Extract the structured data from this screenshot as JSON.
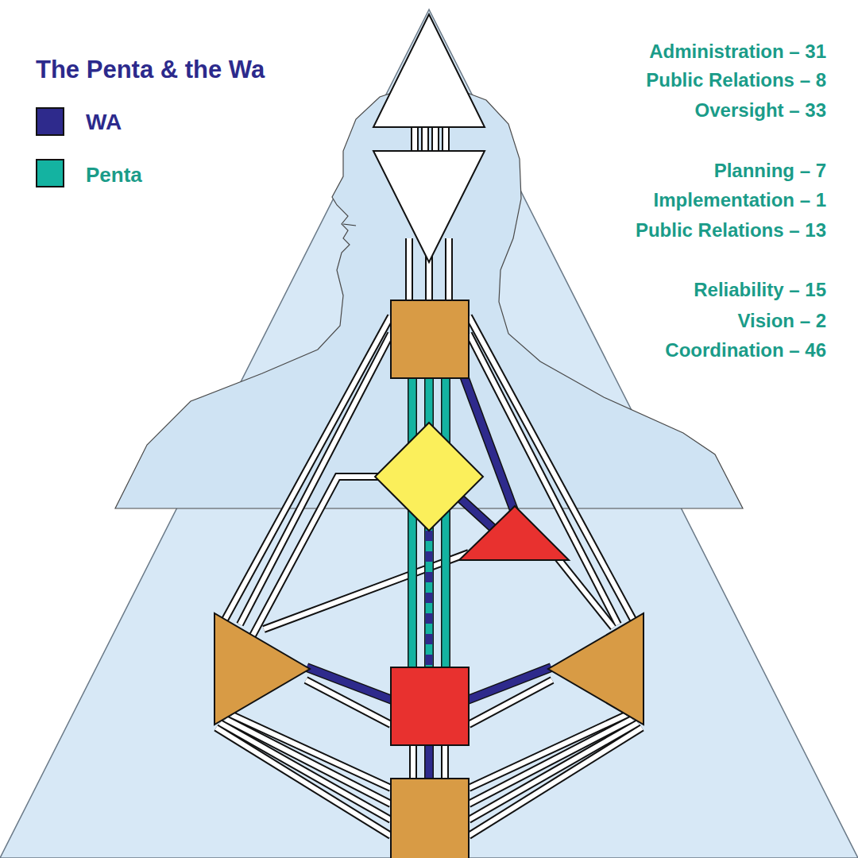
{
  "diagram": {
    "title": "The Penta & the Wa",
    "labels": [
      "Administration – 31",
      "Public Relations – 8",
      "Oversight – 33",
      "Planning – 7",
      "Implementation – 1",
      "Public Relations – 13",
      "Reliability – 15",
      "Vision – 2",
      "Coordination – 46"
    ],
    "legend": [
      {
        "text": "WA",
        "color": "#2e2a8c"
      },
      {
        "text": "Penta",
        "color": "#14b3a1"
      }
    ]
  }
}
